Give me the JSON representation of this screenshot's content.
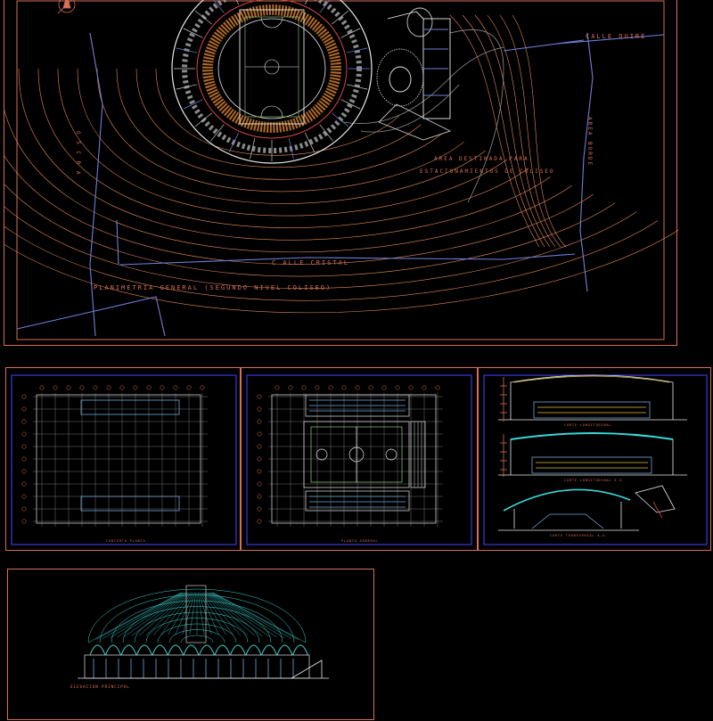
{
  "site_plan": {
    "title": "PLANIMETRIA GENERAL (SEGUNDO NIVEL COLISEO)",
    "street_quire": "CALLE QUIRE",
    "street_cristal": "C ALLE CRISTAL",
    "parking_line1": "AREA DESTINADA PARA",
    "parking_line2": "ESTACIONAMIENTOS DE COLISEO",
    "street_left": "O S C R A",
    "street_right": "AREA BORDE",
    "colors": {
      "frame": "#d96e54",
      "contour": "#e88a5a",
      "boundary": "#6f7fd8",
      "grey": "#8e8e8e"
    }
  },
  "sheets": {
    "plan_roof_caption": "CUBIERTA PLANTA",
    "plan_floor_caption": "PLANTA GENERAL",
    "section_1_caption": "CORTE LONGITUDINAL",
    "section_2_caption": "CORTE LONGITUDINAL A-A",
    "section_3_caption": "CORTE TRANSVERSAL A-A"
  },
  "elevation": {
    "caption": "ELEVACION PRINCIPAL"
  }
}
